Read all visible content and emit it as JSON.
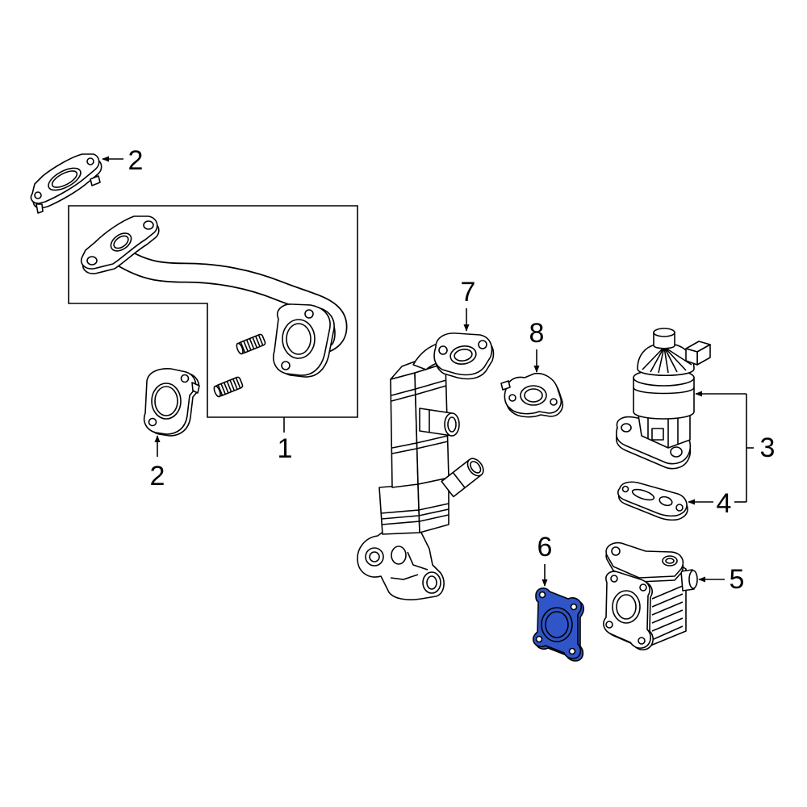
{
  "diagram": {
    "line_color": "#000000",
    "highlight_color": "#2f55c8",
    "background_color": "#ffffff",
    "callouts": [
      "2",
      "1",
      "2",
      "7",
      "8",
      "3",
      "4",
      "6",
      "5"
    ]
  }
}
